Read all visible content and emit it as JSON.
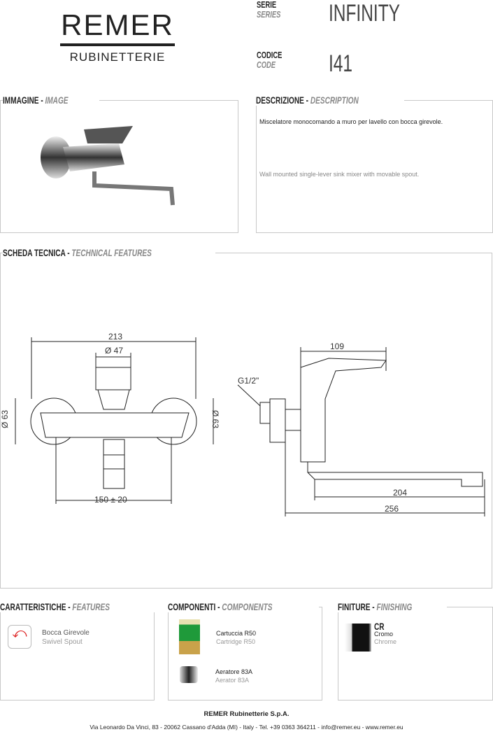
{
  "logo": {
    "brand": "REMER",
    "sub": "RUBINETTERIE"
  },
  "series": {
    "label": "SERIE",
    "label_en": "SERIES",
    "value": "INFINITY"
  },
  "code": {
    "label": "CODICE",
    "label_en": "CODE",
    "value": "I41"
  },
  "image_section": {
    "title": "IMMAGINE - ",
    "title_en": "IMAGE"
  },
  "description_section": {
    "title": "DESCRIZIONE - ",
    "title_en": "DESCRIPTION",
    "text_it": "Miscelatore monocomando a muro per lavello con bocca girevole.",
    "text_en": "Wall mounted single-lever sink mixer with movable spout."
  },
  "technical_section": {
    "title": "SCHEDA TECNICA - ",
    "title_en": "TECHNICAL FEATURES",
    "dims": {
      "width": "213",
      "handle": "Ø 47",
      "left_dia": "Ø 63",
      "right_dia": "Ø 63",
      "centers": "150 ± 20",
      "depth": "109",
      "thread": "G1/2\"",
      "spout": "204",
      "total": "256"
    }
  },
  "features": {
    "title": "CARATTERISTICHE - ",
    "title_en": "FEATURES",
    "items": [
      {
        "it": "Bocca Girevole",
        "en": "Swivel Spout"
      }
    ]
  },
  "components": {
    "title": "COMPONENTI - ",
    "title_en": "COMPONENTS",
    "items": [
      {
        "it": "Cartuccia R50",
        "en": "Cartridge R50"
      },
      {
        "it": "Aeratore 83A",
        "en": "Aerator 83A"
      }
    ]
  },
  "finishing": {
    "title": "FINITURE - ",
    "title_en": "FINISHING",
    "items": [
      {
        "code": "CR",
        "it": "Cromo",
        "en": "Chrome"
      }
    ]
  },
  "footer": {
    "company": "REMER Rubinetterie S.p.A.",
    "address": "Via Leonardo Da Vinci, 83 - 20062 Cassano d'Adda (MI) - Italy - Tel. +39 0363 364211 - info@remer.eu - www.remer.eu"
  }
}
